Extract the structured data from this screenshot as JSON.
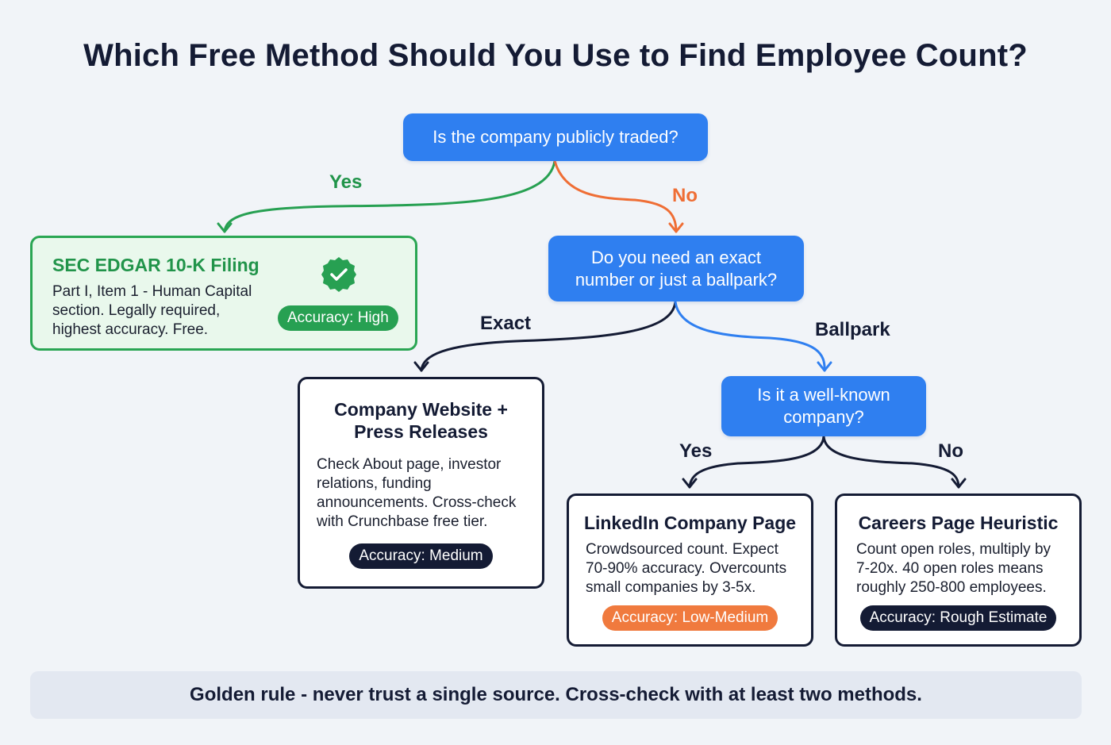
{
  "title": "Which Free Method Should You Use to Find Employee Count?",
  "colors": {
    "background": "#f1f4f8",
    "question_node": "#2f7ff0",
    "navy": "#141b34",
    "green": "#27a052",
    "orange": "#f07a3e",
    "blue_arrow": "#2f7ff0"
  },
  "questions": {
    "q1": "Is the company publicly traded?",
    "q2_line1": "Do you need an exact",
    "q2_line2": "number or just a ballpark?",
    "q3_line1": "Is it a well-known",
    "q3_line2": "company?"
  },
  "edge_labels": {
    "q1_yes": "Yes",
    "q1_no": "No",
    "q2_exact": "Exact",
    "q2_ballpark": "Ballpark",
    "q3_yes": "Yes",
    "q3_no": "No"
  },
  "results": {
    "sec": {
      "title": "SEC EDGAR 10-K Filing",
      "body_lines": [
        "Part I, Item 1 - Human Capital",
        "section. Legally required,",
        "highest accuracy. Free."
      ],
      "accuracy": "Accuracy: High",
      "icon": "verified-check-badge"
    },
    "website": {
      "title_lines": [
        "Company Website +",
        "Press Releases"
      ],
      "body_lines": [
        "Check About page, investor",
        "relations, funding",
        "announcements. Cross-check",
        "with Crunchbase free tier."
      ],
      "accuracy": "Accuracy: Medium"
    },
    "linkedin": {
      "title": "LinkedIn Company Page",
      "body_lines": [
        "Crowdsourced count. Expect",
        "70-90% accuracy. Overcounts",
        "small companies by 3-5x."
      ],
      "accuracy": "Accuracy: Low-Medium"
    },
    "careers": {
      "title": "Careers Page Heuristic",
      "body_lines": [
        "Count open roles, multiply by",
        "7-20x. 40 open roles means",
        "roughly 250-800 employees."
      ],
      "accuracy": "Accuracy: Rough Estimate"
    }
  },
  "footer": "Golden rule - never trust a single source. Cross-check with at least two methods."
}
